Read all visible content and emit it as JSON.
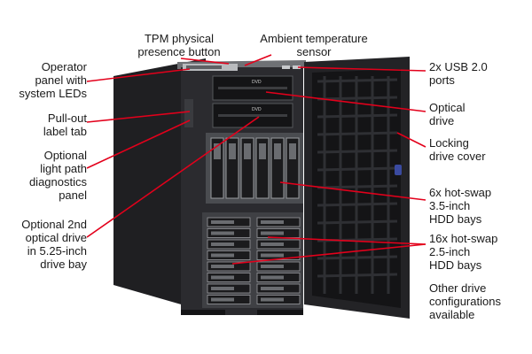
{
  "colors": {
    "callout": "#e3001b",
    "chassis": "#1f1f22",
    "bezel": "#2b2b2f",
    "metal": "#8e9094"
  },
  "labels": {
    "tpm": [
      "TPM physical",
      "presence button"
    ],
    "ambient": [
      "Ambient temperature",
      "sensor"
    ],
    "operator": [
      "Operator",
      "panel with",
      "system LEDs"
    ],
    "pullout": [
      "Pull-out",
      "label tab"
    ],
    "lightpath": [
      "Optional",
      "light path",
      "diagnostics",
      "panel"
    ],
    "optical2": [
      "Optional 2nd",
      "optical drive",
      "in 5.25-inch",
      "drive bay"
    ],
    "usb": [
      "2x USB 2.0",
      "ports"
    ],
    "optical": [
      "Optical",
      "drive"
    ],
    "locking": [
      "Locking",
      "drive cover"
    ],
    "hdd35": [
      "6x hot-swap",
      "3.5-inch",
      "HDD bays"
    ],
    "hdd25": [
      "16x hot-swap",
      "2.5-inch",
      "HDD bays"
    ],
    "other": [
      "Other drive",
      "configurations",
      "available"
    ]
  },
  "icons": {
    "disc_logo": "dvd-logo-icon"
  }
}
